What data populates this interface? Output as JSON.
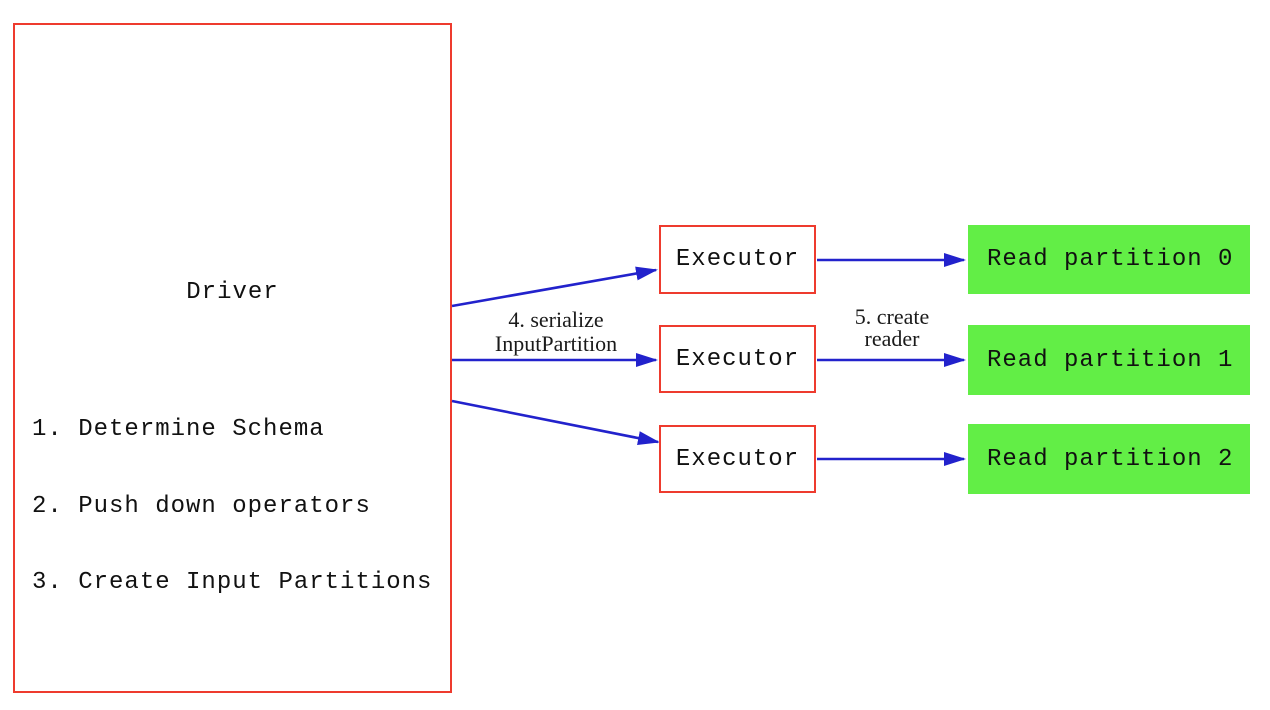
{
  "driver": {
    "title": "Driver",
    "steps": [
      "1. Determine Schema",
      "2. Push down operators",
      "3. Create Input Partitions"
    ]
  },
  "executors": [
    {
      "label": "Executor"
    },
    {
      "label": "Executor"
    },
    {
      "label": "Executor"
    }
  ],
  "partitions": [
    {
      "label": "Read partition 0"
    },
    {
      "label": "Read partition 1"
    },
    {
      "label": "Read partition 2"
    }
  ],
  "edge_labels": {
    "serialize": [
      "4. serialize",
      "InputPartition"
    ],
    "create": [
      "5. create",
      "reader"
    ]
  },
  "colors": {
    "box_border": "#ee3b2e",
    "partition_fill": "#62ee46",
    "arrow": "#2222cc",
    "text": "#111111",
    "background": "#ffffff"
  }
}
